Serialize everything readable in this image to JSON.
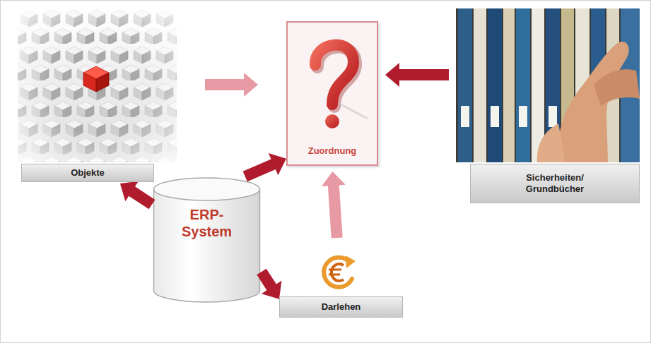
{
  "diagram": {
    "nodes": [
      {
        "text": [
          "Objekte"
        ]
      },
      {
        "text": [
          "Zuordnung"
        ]
      },
      {
        "text": [
          "Sicherheiten/ Grundbücher"
        ]
      },
      {
        "text": [
          "ERP- System"
        ]
      },
      {
        "text": [
          "Darlehen"
        ]
      }
    ],
    "edges": [
      {
        "from": 0,
        "to": 1,
        "arrow": "to"
      },
      {
        "from": 2,
        "to": 1,
        "arrow": "to"
      },
      {
        "from": 4,
        "to": 1,
        "arrow": "to"
      },
      {
        "from": 3,
        "to": 0,
        "arrow": "to"
      },
      {
        "from": 3,
        "to": 1,
        "arrow": "to"
      },
      {
        "from": 3,
        "to": 4,
        "arrow": "to"
      }
    ]
  }
}
